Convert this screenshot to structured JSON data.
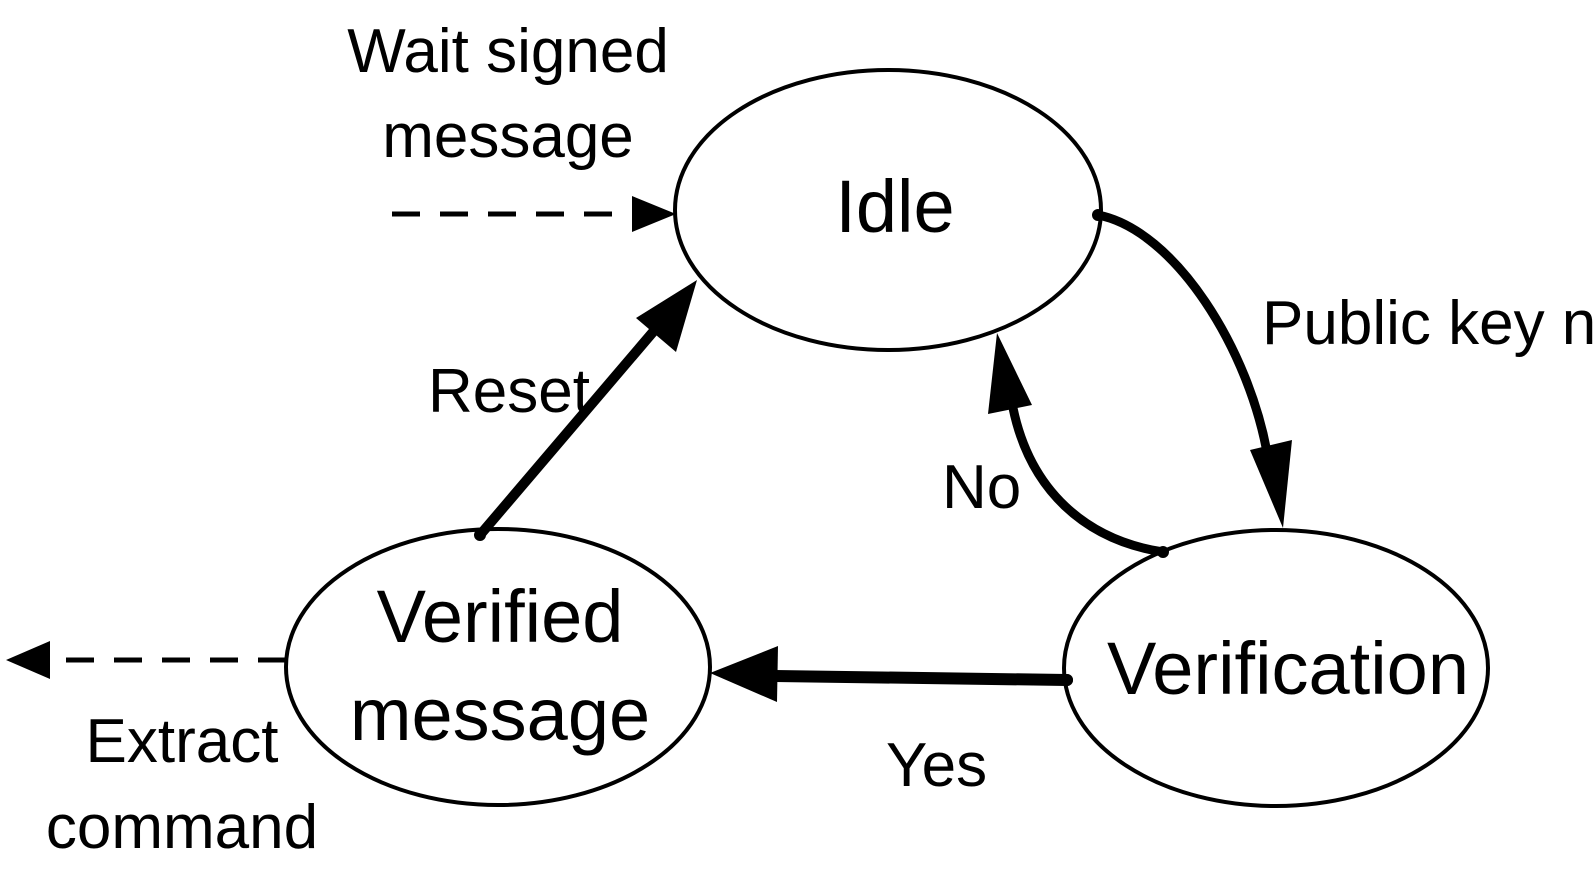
{
  "states": {
    "idle": {
      "label": "Idle"
    },
    "verification": {
      "label": "Verification"
    },
    "verified": {
      "line1": "Verified",
      "line2": "message"
    }
  },
  "edges": {
    "public_key": {
      "label": "Public key n"
    },
    "no": {
      "label": "No"
    },
    "yes": {
      "label": "Yes"
    },
    "reset": {
      "label": "Reset"
    }
  },
  "notes": {
    "wait": {
      "line1": "Wait signed",
      "line2": "message"
    },
    "extract": {
      "line1": "Extract",
      "line2": "command"
    }
  },
  "colors": {
    "stroke": "#000000",
    "fill": "#ffffff"
  }
}
